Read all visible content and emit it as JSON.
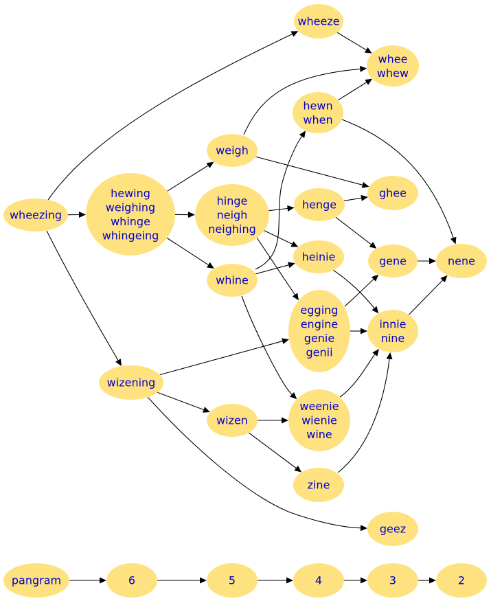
{
  "nodes": {
    "wheezing": {
      "lines": [
        "wheezing"
      ]
    },
    "hewing": {
      "lines": [
        "hewing",
        "weighing",
        "whinge",
        "whingeing"
      ]
    },
    "wheeze": {
      "lines": [
        "wheeze"
      ]
    },
    "whee": {
      "lines": [
        "whee",
        "whew"
      ]
    },
    "hewn": {
      "lines": [
        "hewn",
        "when"
      ]
    },
    "weigh": {
      "lines": [
        "weigh"
      ]
    },
    "hinge": {
      "lines": [
        "hinge",
        "neigh",
        "neighing"
      ]
    },
    "ghee": {
      "lines": [
        "ghee"
      ]
    },
    "henge": {
      "lines": [
        "henge"
      ]
    },
    "heinie": {
      "lines": [
        "heinie"
      ]
    },
    "gene": {
      "lines": [
        "gene"
      ]
    },
    "nene": {
      "lines": [
        "nene"
      ]
    },
    "whine": {
      "lines": [
        "whine"
      ]
    },
    "egging": {
      "lines": [
        "egging",
        "engine",
        "genie",
        "genii"
      ]
    },
    "innie": {
      "lines": [
        "innie",
        "nine"
      ]
    },
    "wizening": {
      "lines": [
        "wizening"
      ]
    },
    "wizen": {
      "lines": [
        "wizen"
      ]
    },
    "weenie": {
      "lines": [
        "weenie",
        "wienie",
        "wine"
      ]
    },
    "zine": {
      "lines": [
        "zine"
      ]
    },
    "geez": {
      "lines": [
        "geez"
      ]
    },
    "pangram": {
      "lines": [
        "pangram"
      ]
    },
    "n6": {
      "lines": [
        "6"
      ]
    },
    "n5": {
      "lines": [
        "5"
      ]
    },
    "n4": {
      "lines": [
        "4"
      ]
    },
    "n3": {
      "lines": [
        "3"
      ]
    },
    "n2": {
      "lines": [
        "2"
      ]
    }
  },
  "edges": [
    [
      "wheezing",
      "hewing"
    ],
    [
      "wheezing",
      "wheeze"
    ],
    [
      "wheezing",
      "wizening"
    ],
    [
      "wheeze",
      "whee"
    ],
    [
      "hewn",
      "whee"
    ],
    [
      "weigh",
      "whee"
    ],
    [
      "hewing",
      "weigh"
    ],
    [
      "hewing",
      "hinge"
    ],
    [
      "hewing",
      "whine"
    ],
    [
      "weigh",
      "ghee"
    ],
    [
      "hinge",
      "henge"
    ],
    [
      "hinge",
      "heinie"
    ],
    [
      "hinge",
      "egging"
    ],
    [
      "henge",
      "ghee"
    ],
    [
      "henge",
      "gene"
    ],
    [
      "hewn",
      "nene"
    ],
    [
      "gene",
      "nene"
    ],
    [
      "whine",
      "hewn"
    ],
    [
      "whine",
      "heinie"
    ],
    [
      "whine",
      "weenie"
    ],
    [
      "heinie",
      "innie"
    ],
    [
      "egging",
      "gene"
    ],
    [
      "egging",
      "innie"
    ],
    [
      "innie",
      "nene"
    ],
    [
      "wizening",
      "egging"
    ],
    [
      "wizening",
      "wizen"
    ],
    [
      "wizening",
      "geez"
    ],
    [
      "wizen",
      "weenie"
    ],
    [
      "wizen",
      "zine"
    ],
    [
      "weenie",
      "innie"
    ],
    [
      "zine",
      "innie"
    ],
    [
      "pangram",
      "n6"
    ],
    [
      "n6",
      "n5"
    ],
    [
      "n5",
      "n4"
    ],
    [
      "n4",
      "n3"
    ],
    [
      "n3",
      "n2"
    ]
  ]
}
